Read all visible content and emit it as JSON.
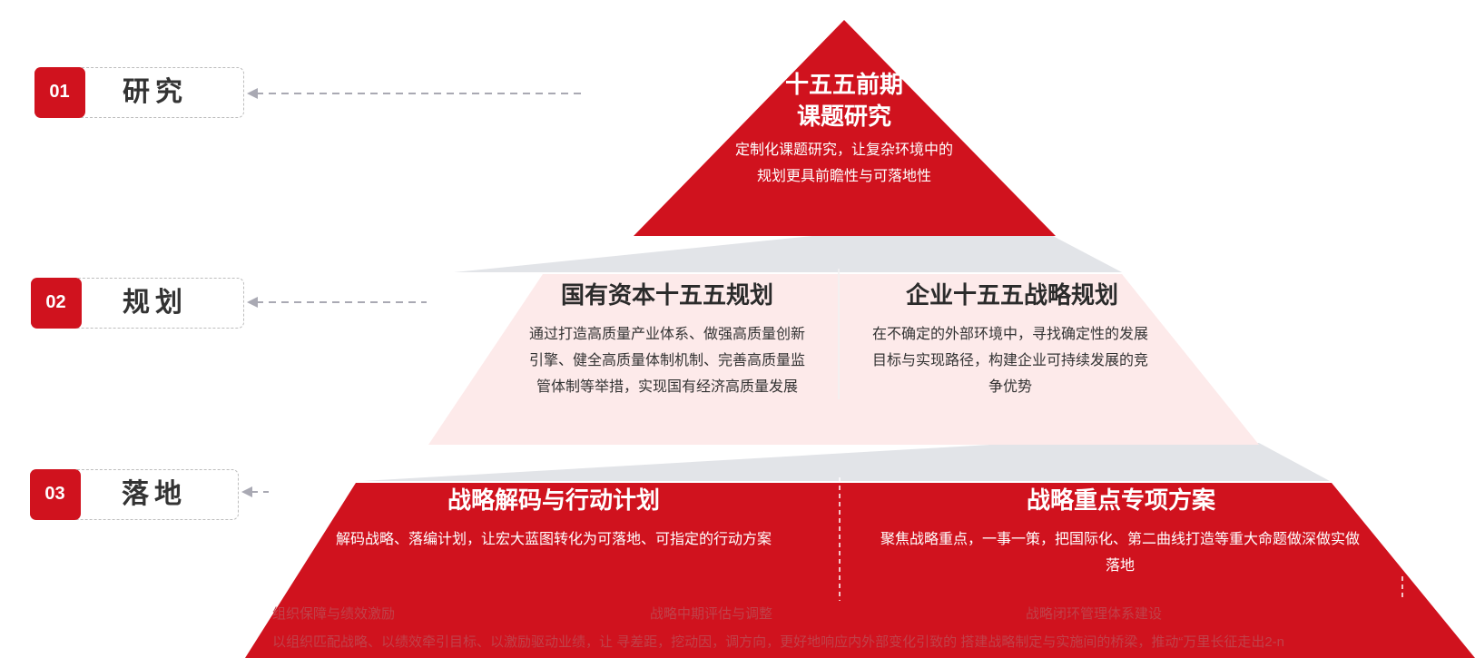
{
  "colors": {
    "primary_red": "#d0121e",
    "light_pink": "#fdeaea",
    "gray_band": "#e2e4e8",
    "label_border": "#bdbdbd",
    "arrow_gray": "#a9a9b3",
    "text_dark": "#333333",
    "faded_text": "#c0424a"
  },
  "stages": [
    {
      "num": "01",
      "name": "研究"
    },
    {
      "num": "02",
      "name": "规划"
    },
    {
      "num": "03",
      "name": "落地"
    }
  ],
  "research": {
    "title_line1": "十五五前期",
    "title_line2": "课题研究",
    "desc_line1": "定制化课题研究，让复杂环境中的",
    "desc_line2": "规划更具前瞻性与可落地性"
  },
  "planning": {
    "left": {
      "title": "国有资本十五五规划",
      "desc_line1": "通过打造高质量产业体系、做强高质量创新",
      "desc_line2": "引擎、健全高质量体制机制、完善高质量监",
      "desc_line3": "管体制等举措，实现国有经济高质量发展"
    },
    "right": {
      "title": "企业十五五战略规划",
      "desc_line1": "在不确定的外部环境中，寻找确定性的发展",
      "desc_line2": "目标与实现路径，构建企业可持续发展的竞",
      "desc_line3": "争优势"
    }
  },
  "landing": {
    "left": {
      "title": "战略解码与行动计划",
      "desc": "解码战略、落编计划，让宏大蓝图转化为可落地、可指定的行动方案"
    },
    "right": {
      "title": "战略重点专项方案",
      "desc_line1": "聚焦战略重点，一事一策，把国际化、第二曲线打造等重大命题做深做实做",
      "desc_line2": "落地"
    }
  },
  "bottom_row": {
    "items": [
      {
        "title": "组织保障与绩效激励"
      },
      {
        "title": "战略中期评估与调整"
      },
      {
        "title": "战略闭环管理体系建设"
      }
    ],
    "desc": "以组织匹配战略、以绩效牵引目标、以激励驱动业绩，让  寻差距，挖动因，调方向，更好地响应内外部变化引致的  搭建战略制定与实施间的桥梁，推动“万里长征走出2-n"
  }
}
